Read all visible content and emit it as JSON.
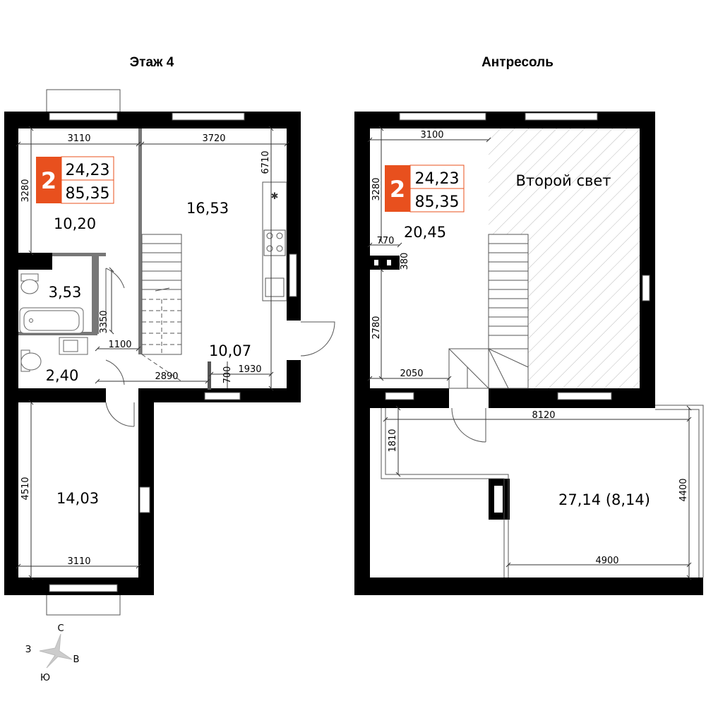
{
  "floors": {
    "left_title": "Этаж 4",
    "right_title": "Антресоль"
  },
  "rooms": {
    "living_left": "10,20",
    "kitchen": "16,53",
    "bathroom": "3,53",
    "toilet": "2,40",
    "hall": "10,07",
    "bedroom_bottom": "14,03",
    "mezzanine": "20,45",
    "second_light": "Второй свет",
    "terrace": "27,14 (8,14)"
  },
  "dimensions": {
    "l_top_left_w": "3110",
    "l_top_right_w": "3720",
    "l_left_h": "3280",
    "l_kitchen_h": "6710",
    "l_bath_h": "3350",
    "l_corridor_w": "1100",
    "l_hall_w": "2890",
    "l_door_w": "700",
    "l_hall_right_w": "1930",
    "l_bedroom_h": "4510",
    "l_bedroom_w": "3110",
    "r_top_w": "3100",
    "r_left_h": "3280",
    "r_gap_w": "770",
    "r_col": "380",
    "r_lower_h": "2780",
    "r_bottom_w": "2050",
    "r_terrace_w": "8120",
    "r_terrace_inner_h": "1810",
    "r_terrace_h": "4400",
    "r_terrace_bottom_w": "4900"
  },
  "badge": {
    "rooms": "2",
    "living_area": "24,23",
    "total_area": "85,35",
    "accent_color": "#e8501e"
  },
  "compass": {
    "north": "С",
    "west": "З",
    "east": "В",
    "south": "Ю"
  },
  "colors": {
    "wall": "#000000",
    "stroke": "#777777",
    "hatch": "#bbbbbb"
  }
}
